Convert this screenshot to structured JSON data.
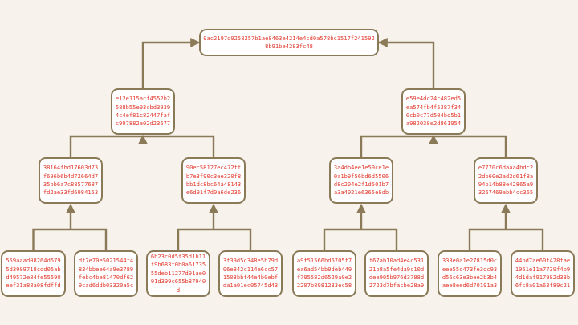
{
  "colors": {
    "background": "#f8f2ec",
    "node_fill": "#ffffff",
    "node_border": "#8a7a57",
    "text": "#e23a2e",
    "edge": "#8a7a57"
  },
  "tree": {
    "root": {
      "hash": "9ac2197d9258257b1ae8463e4214e4cd0a578bc1517f2415928b91be4283fc48"
    },
    "level1": [
      {
        "hash": "e12e115acf4552b2588b55e93cbd39394c4ef81c82447fafc997882a02d23677"
      },
      {
        "hash": "e59e4dc24c482ed5ea574fb4f5387f340cb0c77d504bd5b1a982038e2d861954"
      }
    ],
    "level2": [
      {
        "hash": "38164fbd17603d73f696b6b4d72664d735bb6a7c88577687fd2ae33fd6984153"
      },
      {
        "hash": "90ec58127ec472ffb7e3f90c3ee320f8bb1dc8bc64a48143e6d91f7d0a6de236"
      },
      {
        "hash": "3a4db4ee1e59ce1e0a1b9f56bd6d5506d8c204e2f1d501b7a3a4021e6365e8db"
      },
      {
        "hash": "e7770c6daaa4bdc22db60e2ad2d61f8a94b14b88e42865a93267469abb4cc365"
      }
    ],
    "leaves": [
      {
        "hash": "559aaad08264d5795d3909718cdd05abd49572e84fe55590eef31a88a08fdffd"
      },
      {
        "hash": "df7e70e5021544f4834bbee64a9e3789febc4be81470df629cad6ddb03320a5c"
      },
      {
        "hash": "6b23c0d5f35d1b11f9b683f0b0a6173555deb11277d91ae091d399c655b87940d"
      },
      {
        "hash": "3f39d5c348e5b79d06e842c114e6cc571503bbf44e4b0ebfda1a01ec05745d43"
      },
      {
        "hash": "a9f51566bd6705f7ea6ad54bb9deb449f795582d6529a0e22207b8981233ec58"
      },
      {
        "hash": "f67ab10ad4e4c53121b8a5fe4da9c10ddee905b976d3788d2723d7bfacbe28a9"
      },
      {
        "hash": "333e0a1e27815d0ceee55c473fe3dc93d56c63e3bee2b3b4aee8eed6d70191a3"
      },
      {
        "hash": "44bd7ae60f478fae1061e11a7739f4b94d1daf917982d33b6fc8a01a63f89c21"
      }
    ]
  }
}
